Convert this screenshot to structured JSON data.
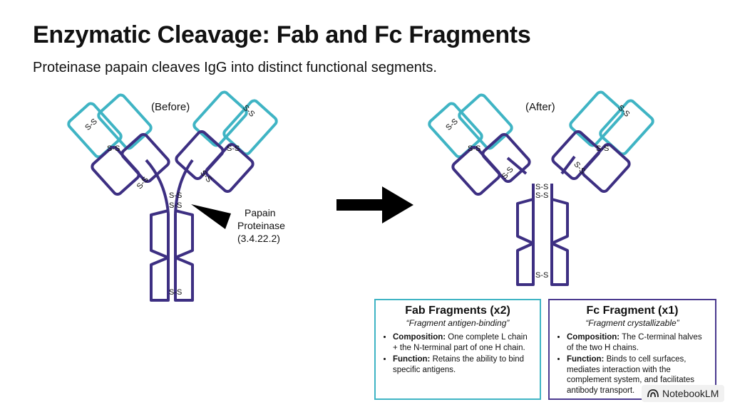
{
  "header": {
    "title": "Enzymatic Cleavage: Fab and Fc Fragments",
    "subtitle": "Proteinase papain cleaves IgG into distinct functional segments."
  },
  "diagram": {
    "before_label": "(Before)",
    "after_label": "(After)",
    "disulfide_label": "S-S",
    "enzyme_label": [
      "Papain",
      "Proteinase",
      "(3.4.22.2)"
    ],
    "colors": {
      "light_chain": "#3fb4c4",
      "heavy_chain": "#3d2f82",
      "arrow": "#000000"
    }
  },
  "fab_box": {
    "title": "Fab Fragments (x2)",
    "subtitle": "“Fragment antigen-binding”",
    "items": [
      {
        "label": "Composition:",
        "text": " One complete L chain + the N-terminal part of one H chain."
      },
      {
        "label": "Function:",
        "text": " Retains the ability to bind specific antigens."
      }
    ],
    "border_color": "#3fb4c4"
  },
  "fc_box": {
    "title": "Fc Fragment (x1)",
    "subtitle": "“Fragment crystallizable”",
    "items": [
      {
        "label": "Composition:",
        "text": " The C-terminal halves of the two H chains."
      },
      {
        "label": "Function:",
        "text": " Binds to cell surfaces, mediates interaction with the complement system, and facilitates antibody transport."
      }
    ],
    "border_color": "#4b3a8f"
  },
  "badge": {
    "text": "NotebookLM"
  }
}
